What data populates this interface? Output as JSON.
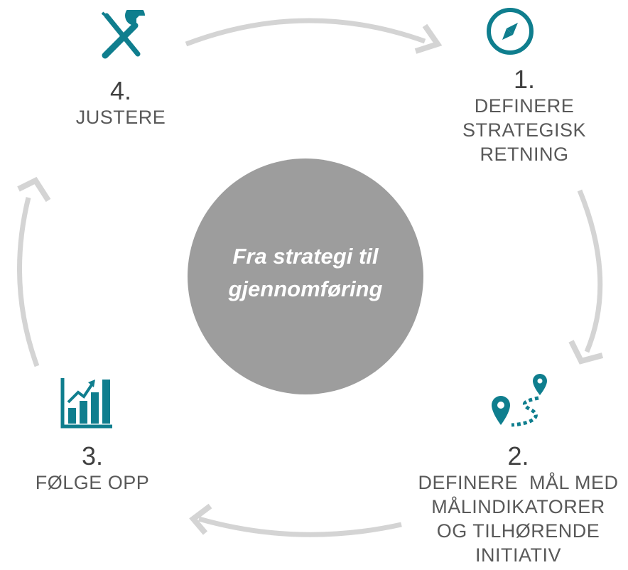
{
  "center": {
    "line1": "Fra strategi til",
    "line2": "gjennomføring"
  },
  "steps": [
    {
      "number": "1.",
      "lines": [
        "DEFINERE",
        "STRATEGISK",
        "RETNING"
      ],
      "icon": "compass-icon"
    },
    {
      "number": "2.",
      "lines": [
        "DEFINERE  MÅL MED",
        "MÅLINDIKATORER",
        "OG TILHØRENDE",
        "INITIATIV"
      ],
      "icon": "route-map-pins-icon"
    },
    {
      "number": "3.",
      "lines": [
        "FØLGE OPP"
      ],
      "icon": "rising-bar-chart-icon"
    },
    {
      "number": "4.",
      "lines": [
        "JUSTERE"
      ],
      "icon": "tools-icon"
    }
  ],
  "colors": {
    "accent": "#0f7e8e",
    "circle": "#9d9d9d",
    "arrows": "#d4d4d4",
    "text": "#595959"
  }
}
